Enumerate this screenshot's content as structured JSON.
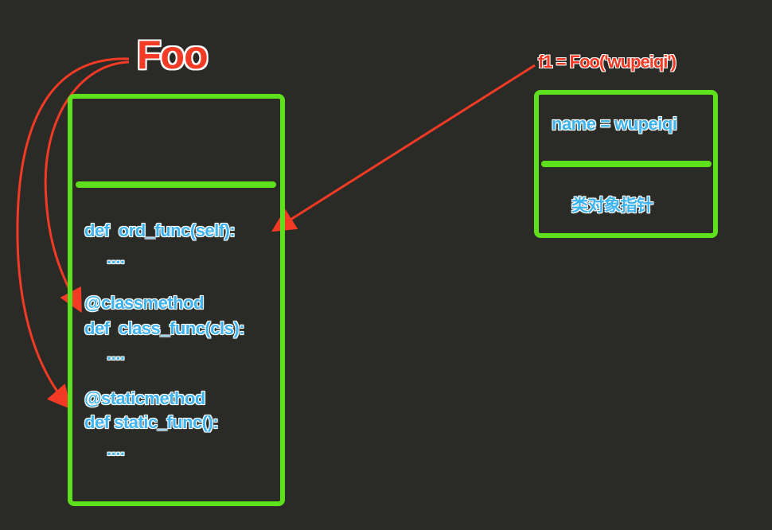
{
  "class_label": "Foo",
  "instance_label": "f1 = Foo('wupeiqi')",
  "class_box": {
    "methods": [
      "def  ord_func(self):",
      "....",
      "@classmethod",
      "def  class_func(cls):",
      "....",
      "@staticmethod",
      "def static_func():",
      "...."
    ]
  },
  "instance_box": {
    "field": "name = wupeiqi",
    "pointer": "类对象指针"
  },
  "colors": {
    "background": "#2a2a27",
    "box_border": "#5ee01c",
    "code_text": "#3db3f0",
    "label_red": "#f23a24",
    "arrow": "#f23a24"
  }
}
